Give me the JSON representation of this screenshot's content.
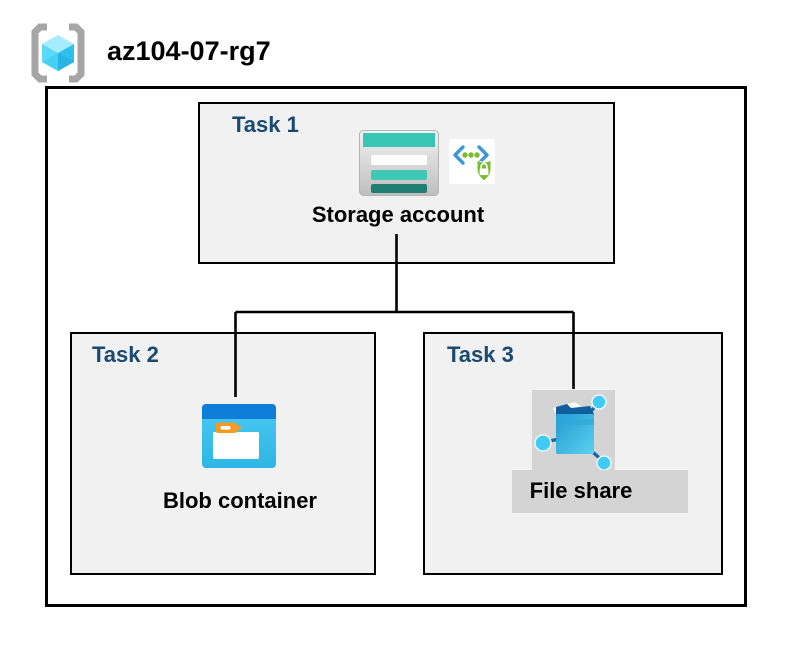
{
  "header": {
    "icon": "resource-group-icon",
    "title": "az104-07-rg7"
  },
  "diagram": {
    "resource_group": "az104-07-rg7",
    "tasks": [
      {
        "label": "Task 1",
        "item": "Storage account",
        "icons": [
          "storage-account-icon",
          "sas-shield-lock-icon"
        ]
      },
      {
        "label": "Task 2",
        "item": "Blob container",
        "icons": [
          "blob-container-icon"
        ]
      },
      {
        "label": "Task 3",
        "item": "File share",
        "icons": [
          "file-share-icon"
        ],
        "highlighted": true
      }
    ],
    "connections": [
      {
        "from": "Storage account",
        "to": "Blob container"
      },
      {
        "from": "Storage account",
        "to": "File share"
      }
    ]
  },
  "colors": {
    "task_label_navy": "#1A4971",
    "box_fill": "#F1F1F1",
    "box_border": "#000000",
    "highlight_gray": "#D4D4D4",
    "storage_teal": "#37C6B4",
    "storage_teal_dark": "#1E7E72",
    "blob_top_blue": "#0E7ED9",
    "blob_body_cyan": "#3DC3EE",
    "folder_tab_orange": "#F59B25",
    "file_folder_blue": "#2FA9DC",
    "file_flap_navy": "#0F5E9E",
    "node_cyan": "#3FCBF4",
    "sas_green": "#76BC2D",
    "sas_bracket_blue": "#3A96DD",
    "rg_cube_cyan": "#55D7F7",
    "rg_bracket_gray": "#A6A6A6"
  }
}
